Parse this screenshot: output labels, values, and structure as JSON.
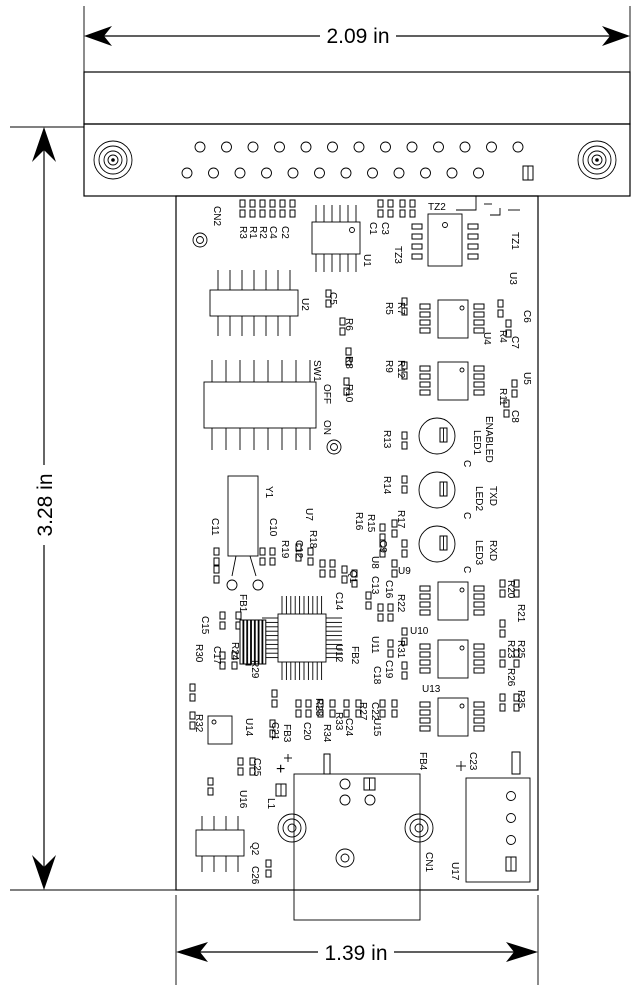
{
  "dimensions": {
    "top_width": "2.09 in",
    "left_height": "3.28 in",
    "bottom_width": "1.39 in"
  },
  "labels": {
    "cn2": "CN2",
    "r3": "R3",
    "r1": "R1",
    "r2": "R2",
    "c4": "C4",
    "c2": "C2",
    "c1": "C1",
    "c3": "C3",
    "tz3": "TZ3",
    "tz2": "TZ2",
    "tz1": "TZ1",
    "u1": "U1",
    "u2": "U2",
    "c5": "C5",
    "r6": "R6",
    "r8": "R8",
    "sw1": "SW1",
    "off": "OFF",
    "r10": "R10",
    "on": "ON",
    "r5": "R5",
    "r7": "R7",
    "r9": "R9",
    "r12": "R12",
    "u3": "U3",
    "c6": "C6",
    "c7": "C7",
    "r4": "R4",
    "u4": "U4",
    "u5": "U5",
    "r11": "R11",
    "c8": "C8",
    "r13": "R13",
    "enabled": "ENABLED",
    "led1": "LED1",
    "r14": "R14",
    "txd": "TXD",
    "led2": "LED2",
    "rxd": "RXD",
    "led3": "LED3",
    "c_led": "C",
    "y1": "Y1",
    "c11": "C11",
    "c10": "C10",
    "u7": "U7",
    "r16": "R16",
    "r15": "R15",
    "r17": "R17",
    "c9": "C9",
    "r19": "R19",
    "r18": "R18",
    "c12": "C12",
    "q1": "Q1",
    "u8": "U8",
    "c13": "C13",
    "c16": "C16",
    "r22": "R22",
    "u9": "U9",
    "u10": "U10",
    "r20": "R20",
    "r21": "R21",
    "r23": "R23",
    "r25": "R25",
    "r26": "R26",
    "r35": "R35",
    "fb1": "FB1",
    "c14": "C14",
    "c15": "C15",
    "c17": "C17",
    "r24": "R24",
    "r29": "R29",
    "u12": "U12",
    "fb2": "FB2",
    "u11": "U11",
    "c18": "C18",
    "c19": "C19",
    "r31": "R31",
    "u13": "U13",
    "r30": "R30",
    "r32": "R32",
    "u14": "U14",
    "c21": "C21",
    "fb3": "FB3",
    "c20": "C20",
    "r28": "R28",
    "r34": "R34",
    "r33": "R33",
    "c24": "C24",
    "r27": "R27",
    "c22": "C22",
    "u15": "U15",
    "fb4": "FB4",
    "c23": "C23",
    "c25": "C25",
    "u16": "U16",
    "l1": "L1",
    "q2": "Q2",
    "c26": "C26",
    "cn1": "CN1",
    "u17": "U17",
    "plus": "+"
  }
}
